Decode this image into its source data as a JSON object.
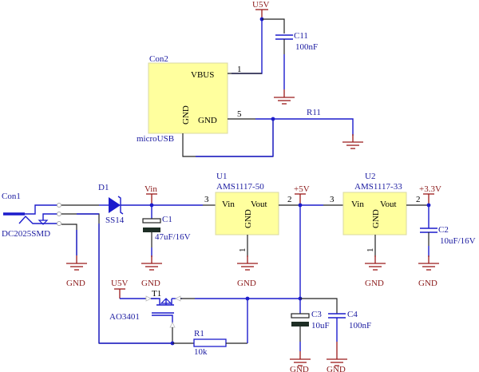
{
  "colors": {
    "wire": "#1c1ccc",
    "pin": "#222222",
    "power": "#9a1a1a",
    "designator": "#1a1aa0",
    "chip_fill": "#ffff9e"
  },
  "power_ports": {
    "u5v_top": "U5V",
    "vin": "Vin",
    "plus5v": "+5V",
    "plus33v": "+3.3V",
    "u5v_mosfet": "U5V"
  },
  "gnd_label": "GND",
  "con2": {
    "designator": "Con2",
    "comment": "microUSB",
    "pins": [
      {
        "name": "VBUS",
        "number": "1"
      },
      {
        "name": "GND",
        "number": "5"
      },
      {
        "name": "GND",
        "number": ""
      }
    ]
  },
  "c11": {
    "designator": "C11",
    "value": "100nF"
  },
  "r11": {
    "designator": "R11"
  },
  "con1": {
    "designator": "Con1",
    "comment": "DC2025SMD"
  },
  "d1": {
    "designator": "D1",
    "comment": "SS14"
  },
  "c1": {
    "designator": "C1",
    "value": "47uF/16V"
  },
  "u1": {
    "designator": "U1",
    "comment": "AMS1117-50",
    "pins": {
      "vin": "Vin",
      "vout": "Vout",
      "gnd": "GND",
      "vin_num": "3",
      "vout_num": "2",
      "gnd_num": "1"
    }
  },
  "u2": {
    "designator": "U2",
    "comment": "AMS1117-33",
    "pins": {
      "vin": "Vin",
      "vout": "Vout",
      "gnd": "GND",
      "vin_num": "3",
      "vout_num": "2",
      "gnd_num": "1"
    }
  },
  "c2": {
    "designator": "C2",
    "value": "10uF/16V"
  },
  "t1": {
    "designator": "T1",
    "comment": "AO3401"
  },
  "r1": {
    "designator": "R1",
    "value": "10k"
  },
  "c3": {
    "designator": "C3",
    "value": "10uF"
  },
  "c4": {
    "designator": "C4",
    "value": "100nF"
  }
}
